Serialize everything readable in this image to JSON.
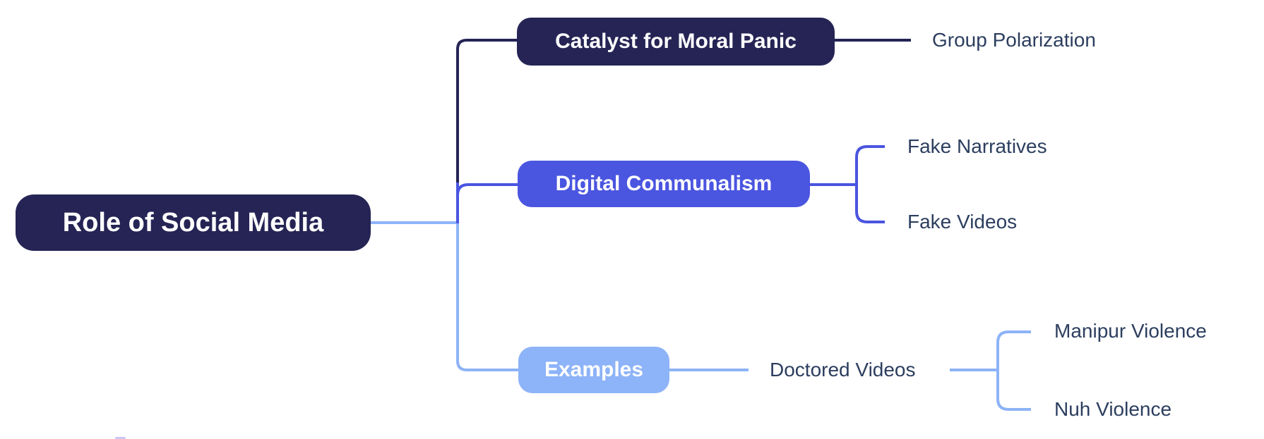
{
  "colors": {
    "navy": "#252455",
    "indigo": "#4A55E0",
    "light_blue": "#8DB3F8",
    "leaf_text": "#2C3E5F",
    "node_text": "#FFFFFF",
    "background": "#FFFFFF"
  },
  "root": {
    "label": "Role of Social Media"
  },
  "branches": [
    {
      "label": "Catalyst for Moral Panic",
      "children": [
        {
          "label": "Group Polarization"
        }
      ]
    },
    {
      "label": "Digital Communalism",
      "children": [
        {
          "label": "Fake Narratives"
        },
        {
          "label": "Fake Videos"
        }
      ]
    },
    {
      "label": "Examples",
      "children": [
        {
          "label": "Doctored Videos",
          "children": [
            {
              "label": "Manipur Violence"
            },
            {
              "label": "Nuh Violence"
            }
          ]
        }
      ]
    }
  ]
}
